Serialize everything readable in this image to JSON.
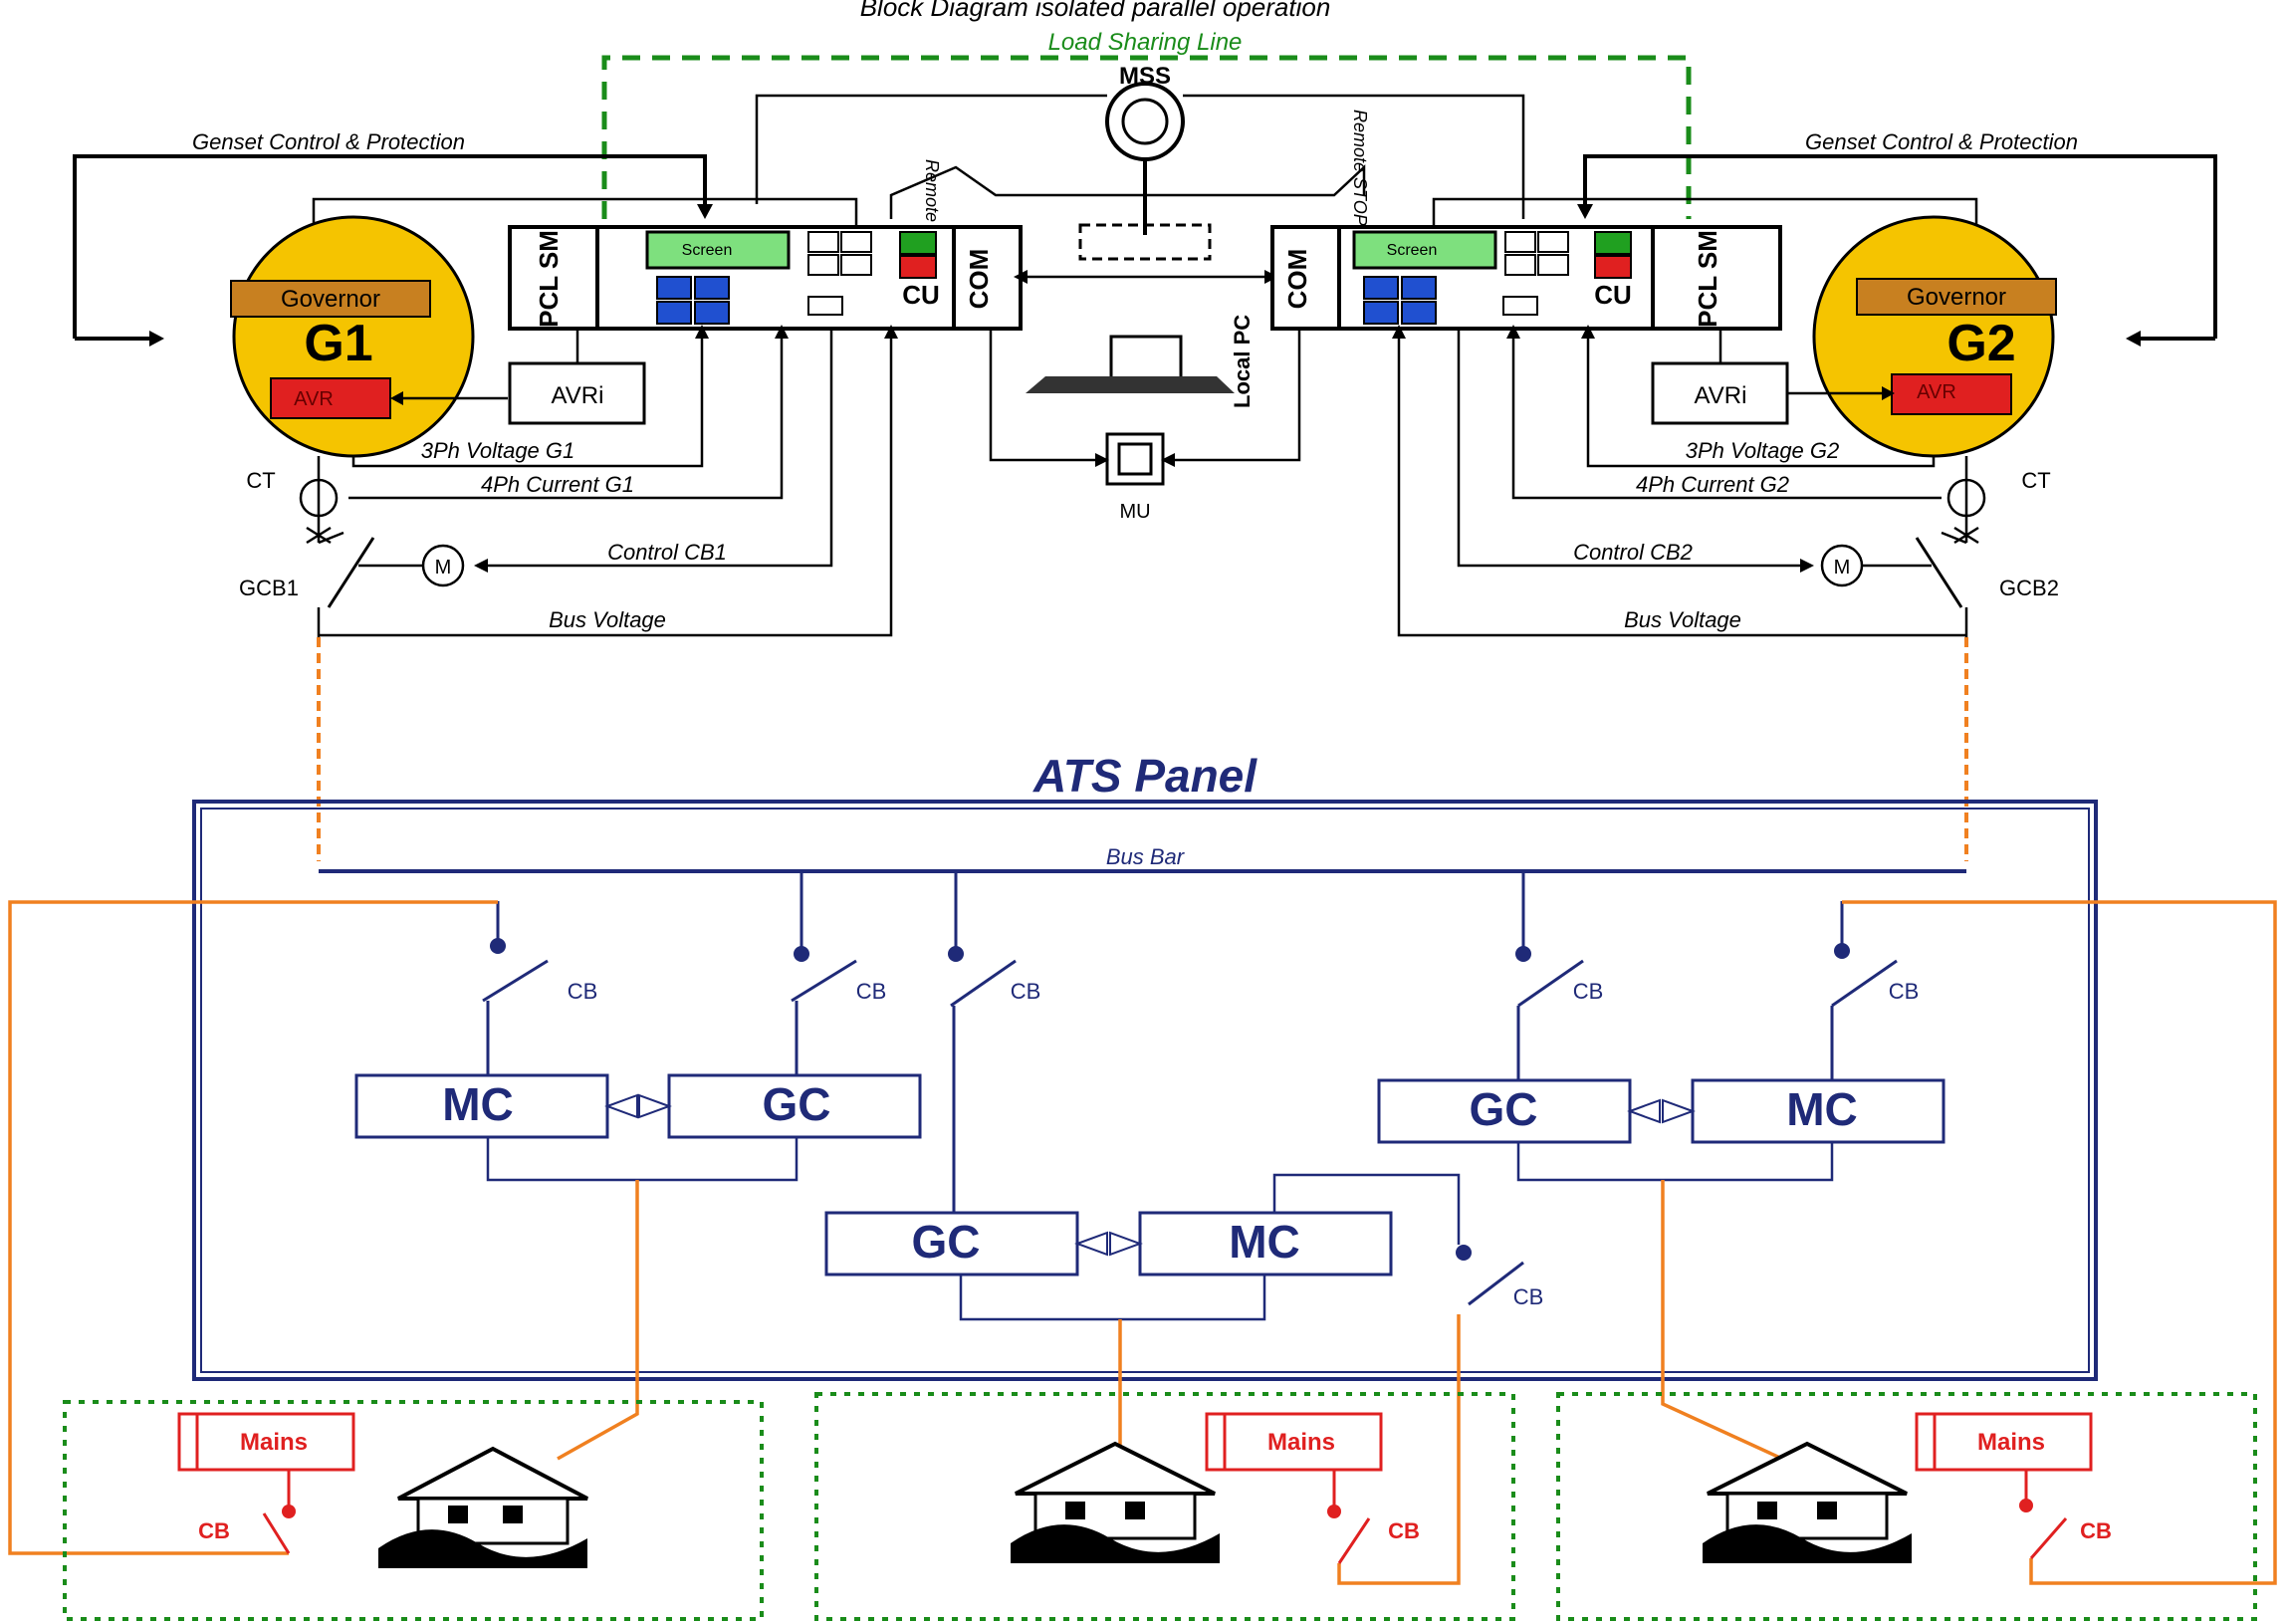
{
  "title": "Block Diagram isolated parallel operation",
  "load_sharing": "Load Sharing Line",
  "mss": "MSS",
  "remote_stop": "Remote STOP",
  "local_pc": "Local PC",
  "mu": "MU",
  "gen1": {
    "name": "G1",
    "governor": "Governor",
    "avr": "AVR",
    "control_label": "Genset Control & Protection",
    "pcl": "PCL SM",
    "avri": "AVRi",
    "cu": "CU",
    "com": "COM",
    "screen": "Screen",
    "voltage": "3Ph Voltage G1",
    "current": "4Ph Current G1",
    "ct": "CT",
    "gcb": "GCB1",
    "motor": "M",
    "control_cb": "Control CB1",
    "bus_voltage": "Bus Voltage"
  },
  "gen2": {
    "name": "G2",
    "governor": "Governor",
    "avr": "AVR",
    "control_label": "Genset Control & Protection",
    "pcl": "PCL SM",
    "avri": "AVRi",
    "cu": "CU",
    "com": "COM",
    "screen": "Screen",
    "voltage": "3Ph Voltage G2",
    "current": "4Ph Current G2",
    "ct": "CT",
    "gcb": "GCB2",
    "motor": "M",
    "control_cb": "Control CB2",
    "bus_voltage": "Bus Voltage"
  },
  "ats": {
    "title": "ATS Panel",
    "bus_bar": "Bus Bar",
    "cb": "CB",
    "mc": "MC",
    "gc": "GC"
  },
  "mains": "Mains",
  "colors": {
    "ats_blue": "#1f2a78",
    "load_sharing_green": "#1a8c1a",
    "mains_orange": "#f08020",
    "mains_red": "#e02020",
    "generator_yellow": "#f5c400"
  }
}
